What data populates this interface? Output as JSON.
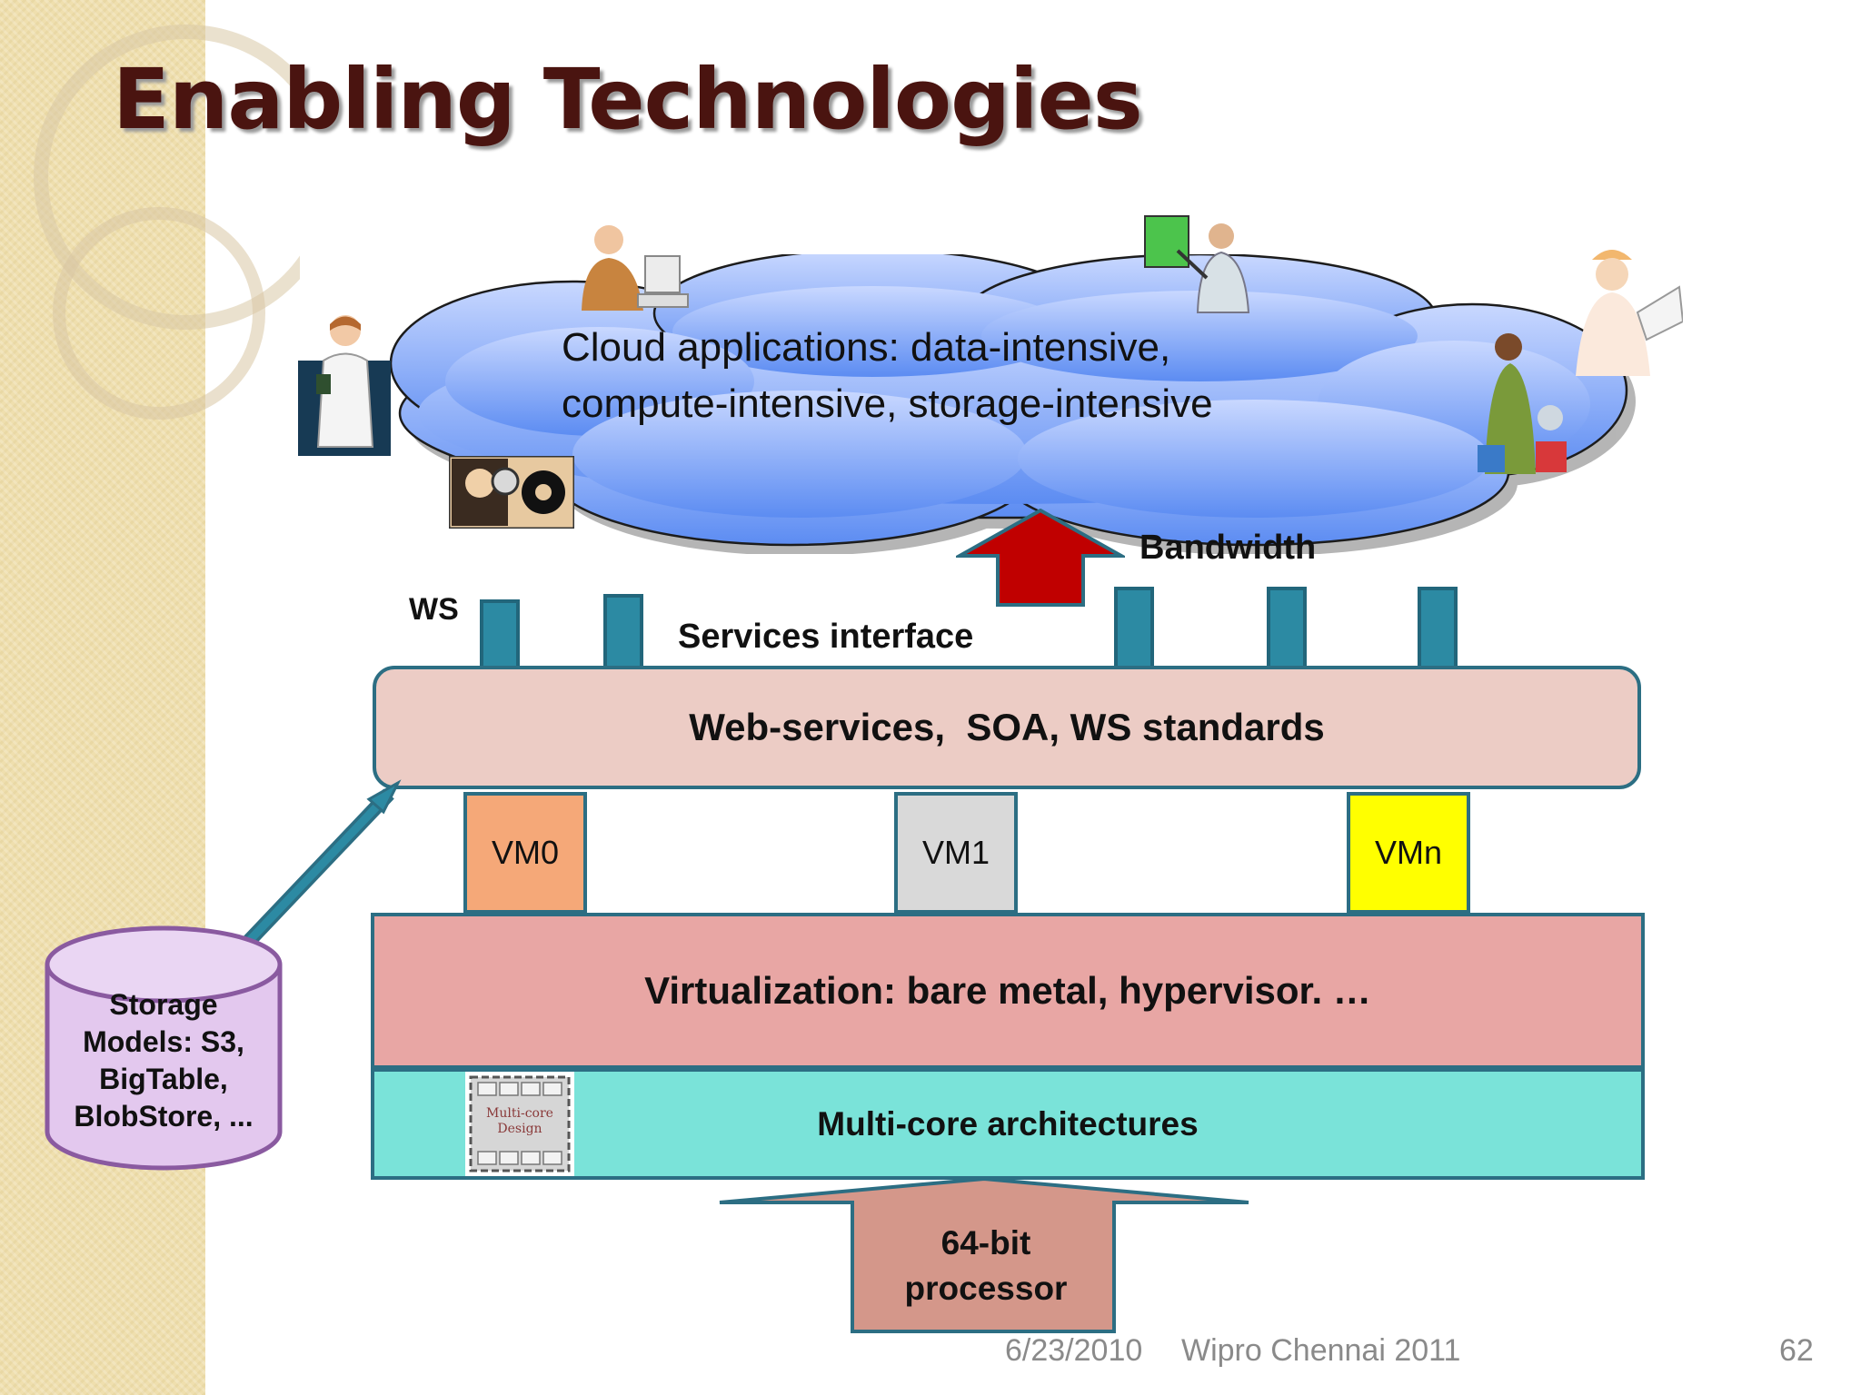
{
  "slide": {
    "title": "Enabling Technologies"
  },
  "cloud": {
    "line1": "Cloud applications: data-intensive,",
    "line2": "compute-intensive, storage-intensive"
  },
  "labels": {
    "bandwidth": "Bandwidth",
    "ws": "WS",
    "services_interface": "Services interface"
  },
  "layers": {
    "web_services": "Web-services,  SOA, WS standards",
    "virtualization": "Virtualization: bare metal, hypervisor. …",
    "multicore": "Multi-core architectures"
  },
  "vms": [
    {
      "label": "VM0",
      "color": "#f5a878"
    },
    {
      "label": "VM1",
      "color": "#d9d9d9"
    },
    {
      "label": "VMn",
      "color": "#ffff00"
    }
  ],
  "storage": {
    "line1": "Storage",
    "line2": "Models: S3,",
    "line3": "BigTable,",
    "line4": "BlobStore, ..."
  },
  "processor": {
    "line1": "64-bit",
    "line2": "processor"
  },
  "chip": {
    "line1": "Multi-core",
    "line2": "Design"
  },
  "footer": {
    "date": "6/23/2010",
    "org": "Wipro Chennai 2011",
    "page": "62"
  },
  "colors": {
    "accent_border": "#2c6e83",
    "tab_fill": "#2c8aa3",
    "bandwidth_arrow": "#c00000",
    "cloud_top": "#c7d6ff",
    "cloud_bottom": "#5c8df2",
    "storage_fill": "#e3c8ee",
    "processor_fill": "#d4978a"
  }
}
